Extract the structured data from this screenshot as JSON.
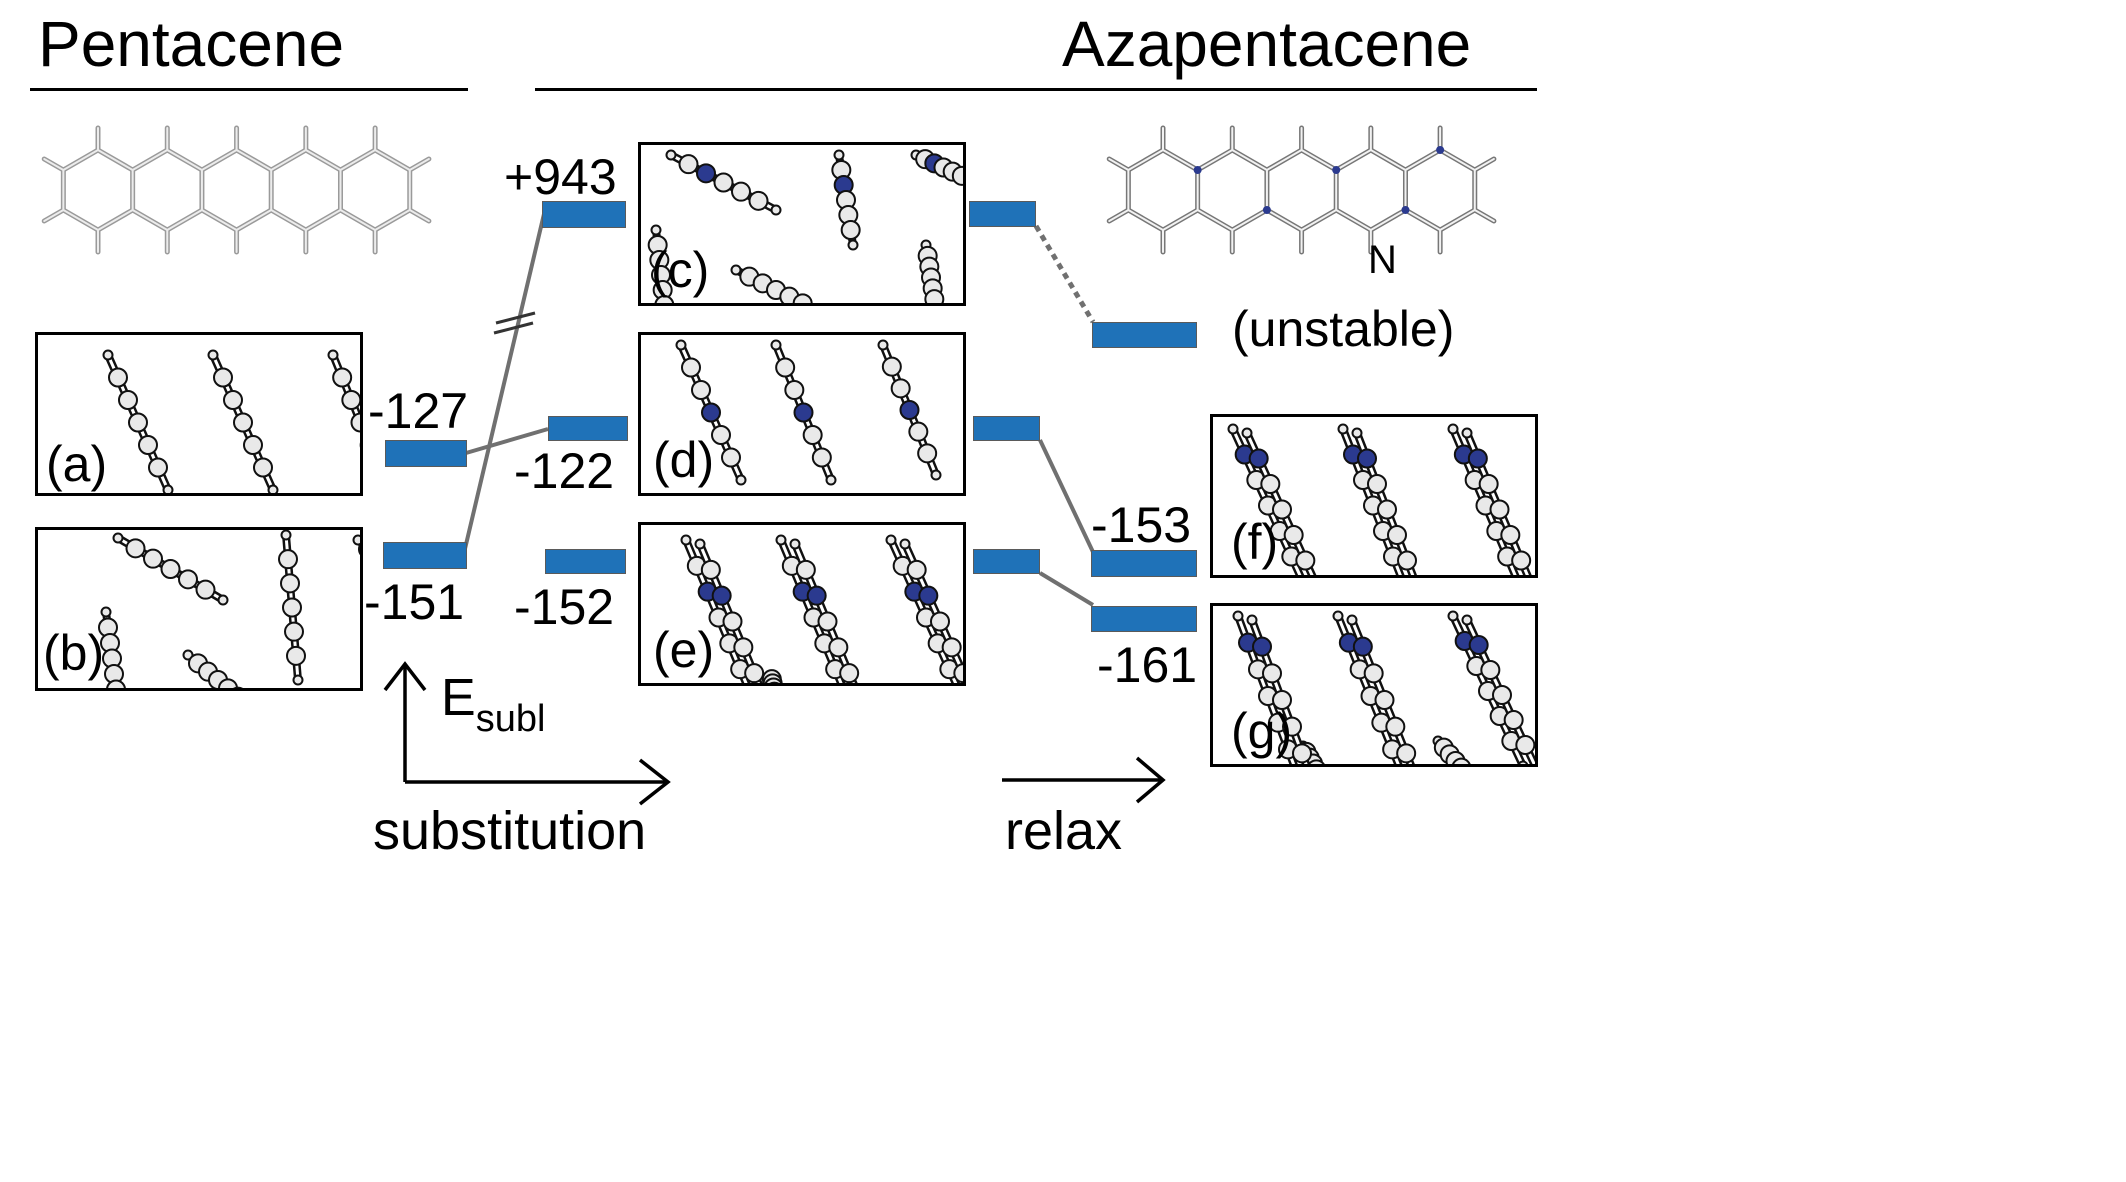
{
  "titles": {
    "left": "Pentacene",
    "right": "Azapentacene"
  },
  "nitrogen_label": "N",
  "unstable_label": "(unstable)",
  "panels": [
    {
      "id": "a",
      "label": "(a)"
    },
    {
      "id": "b",
      "label": "(b)"
    },
    {
      "id": "c",
      "label": "(c)"
    },
    {
      "id": "d",
      "label": "(d)"
    },
    {
      "id": "e",
      "label": "(e)"
    },
    {
      "id": "f",
      "label": "(f)"
    },
    {
      "id": "g",
      "label": "(g)"
    }
  ],
  "energies": {
    "a": "-127",
    "b": "-151",
    "c": "+943",
    "d": "-122",
    "e": "-152",
    "f": "-153",
    "g": "-161"
  },
  "axis": {
    "energy_main": "E",
    "energy_sub": "subl",
    "substitution": "substitution",
    "relax": "relax"
  },
  "colors": {
    "level": "#1f72b8",
    "nitrogen": "#2b3a8f",
    "connector": "#707070"
  }
}
